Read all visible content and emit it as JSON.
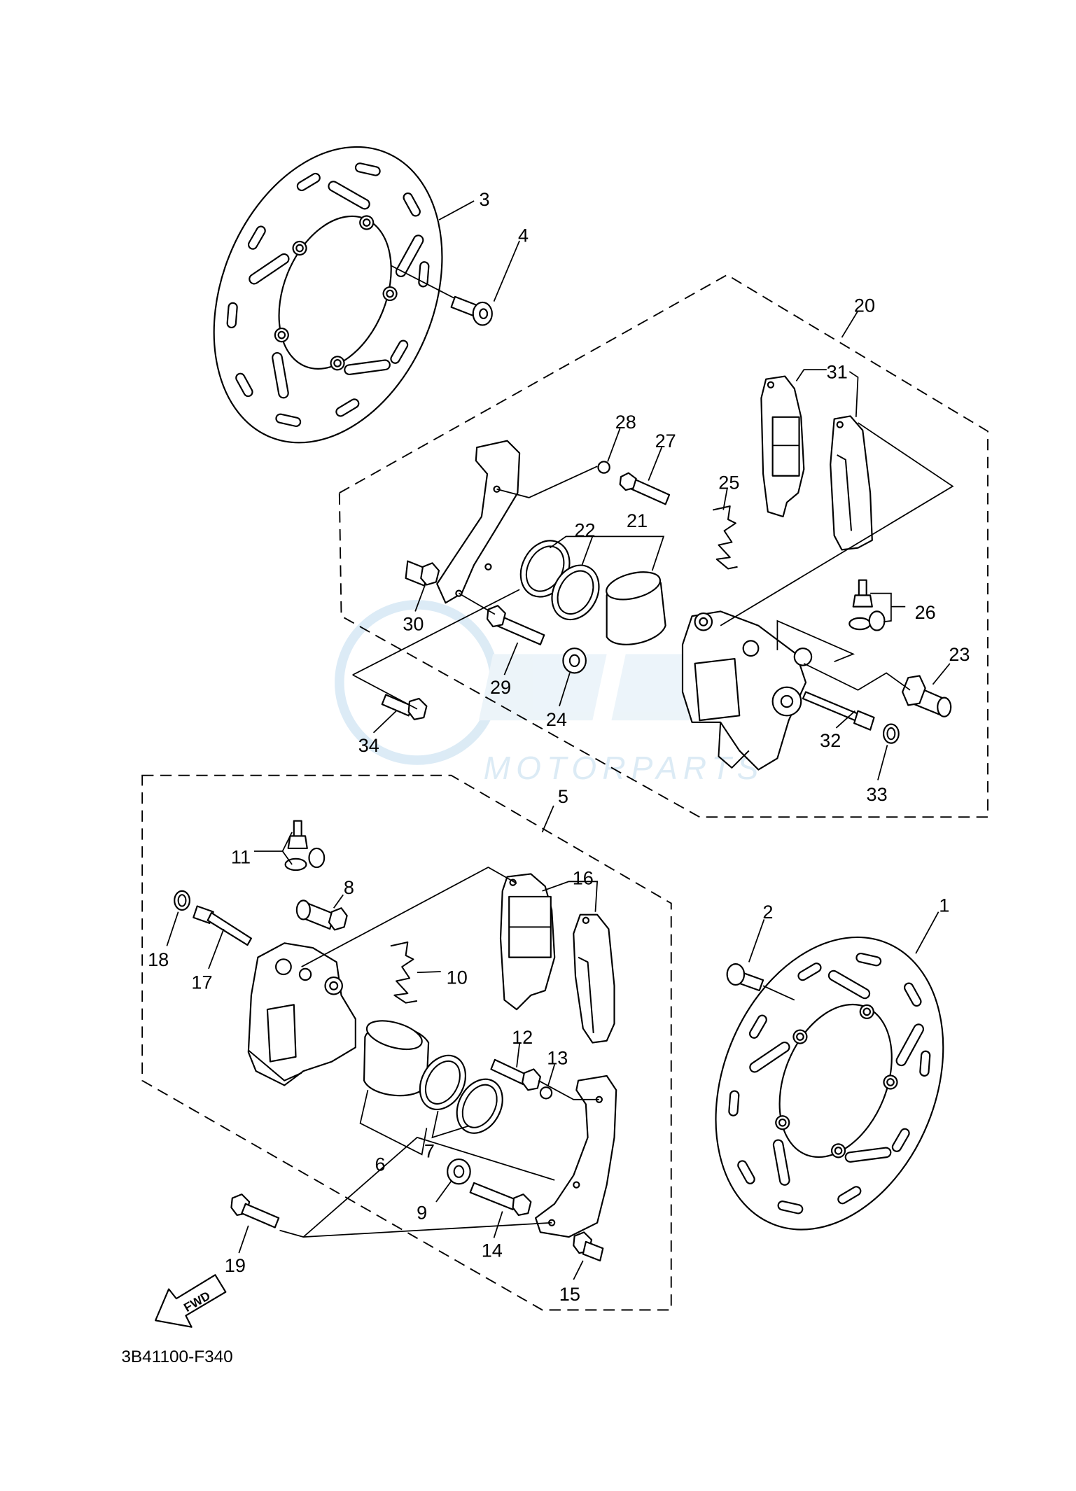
{
  "labels": {
    "p1": "1",
    "p2": "2",
    "p3": "3",
    "p4": "4",
    "p5": "5",
    "p6": "6",
    "p7": "7",
    "p8": "8",
    "p9": "9",
    "p10": "10",
    "p11": "11",
    "p12": "12",
    "p13": "13",
    "p14": "14",
    "p15": "15",
    "p16": "16",
    "p17": "17",
    "p18": "18",
    "p19": "19",
    "p20": "20",
    "p21": "21",
    "p22": "22",
    "p23": "23",
    "p24": "24",
    "p25": "25",
    "p26": "26",
    "p27": "27",
    "p28": "28",
    "p29": "29",
    "p30": "30",
    "p31": "31",
    "p32": "32",
    "p33": "33",
    "p34": "34"
  },
  "fwd_label": "FWD",
  "diagram_code": "3B41100-F340",
  "watermark_text": "MOTORPARTS"
}
